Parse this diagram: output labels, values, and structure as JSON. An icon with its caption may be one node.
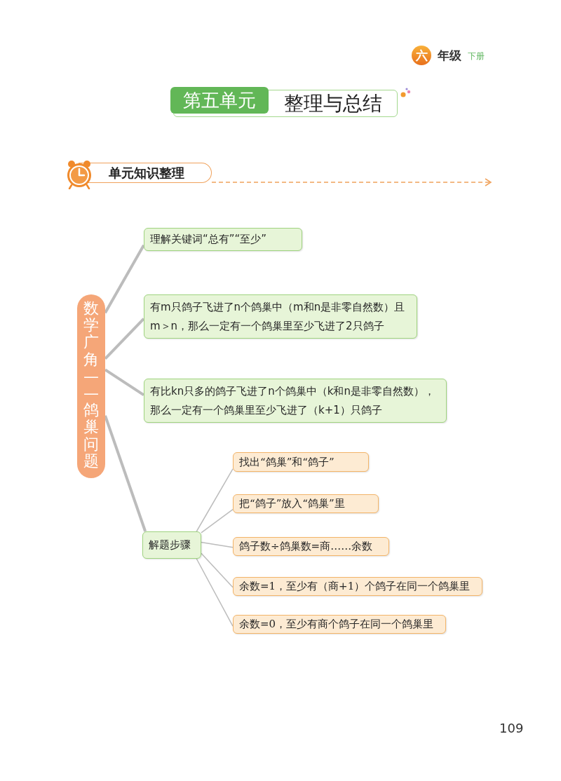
{
  "diagram": {
    "title": "整理与总结",
    "nodes": [
      {
        "text": [
          "数学广角——鸽巢问题"
        ]
      },
      {
        "text": [
          "理解关键词“总有”“至少”"
        ]
      },
      {
        "text": [
          "有m只鸽子飞进了n个鸽巢中（m和n是非零自然数）且m＞n，那么一定有一个鸽巢里至少飞进了2只鸽子"
        ]
      },
      {
        "text": [
          "有比kn只多的鸽子飞进了n个鸽巢中（k和n是非零自然数），那么一定有一个鸽巢里至少飞进了（k+1）只鸽子"
        ]
      },
      {
        "text": [
          "解题步骤"
        ]
      },
      {
        "text": [
          "找出“鸽巢”和“鸽子”"
        ]
      },
      {
        "text": [
          "把“鸽子”放入“鸽巢”里"
        ]
      },
      {
        "text": [
          "鸽子数÷鸽巢数=商……余数"
        ]
      },
      {
        "text": [
          "余数=1，至少有（商+1）个鸽子在同一个鸽巢里"
        ]
      },
      {
        "text": [
          "余数=0，至少有商个鸽子在同一个鸽巢里"
        ]
      }
    ],
    "edges": [
      {
        "from": 0,
        "to": 1,
        "arrow": "none",
        "style": "thick"
      },
      {
        "from": 0,
        "to": 2,
        "arrow": "none",
        "style": "thick"
      },
      {
        "from": 0,
        "to": 3,
        "arrow": "none",
        "style": "thick"
      },
      {
        "from": 0,
        "to": 4,
        "arrow": "none",
        "style": "thick"
      },
      {
        "from": 4,
        "to": 5,
        "arrow": "none"
      },
      {
        "from": 4,
        "to": 6,
        "arrow": "none"
      },
      {
        "from": 4,
        "to": 7,
        "arrow": "none"
      },
      {
        "from": 4,
        "to": 8,
        "arrow": "none"
      },
      {
        "from": 4,
        "to": 9,
        "arrow": "none"
      }
    ],
    "labels": [
      "六",
      "年级",
      "下册",
      "第五单元",
      "单元知识整理",
      "109"
    ]
  }
}
